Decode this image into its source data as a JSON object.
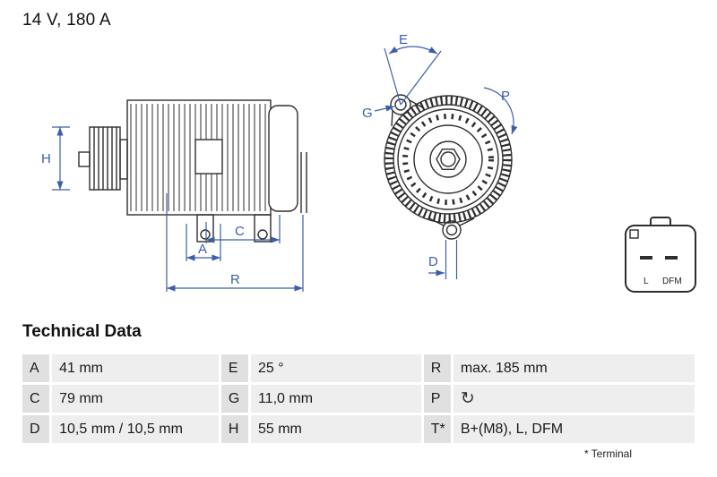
{
  "header": {
    "rating": "14 V, 180 A"
  },
  "drawing": {
    "labels": {
      "h": "H",
      "a": "A",
      "c": "C",
      "r": "R",
      "e": "E",
      "g": "G",
      "p": "P",
      "d": "D"
    },
    "connector": {
      "l": "L",
      "dfm": "DFM"
    }
  },
  "icons": {
    "rotation_cw": "↻"
  },
  "technical_data": {
    "title": "Technical Data",
    "rows": [
      {
        "c1": {
          "label": "A",
          "value": "41 mm"
        },
        "c2": {
          "label": "E",
          "value": "25 °"
        },
        "c3": {
          "label": "R",
          "value": "max. 185 mm"
        }
      },
      {
        "c1": {
          "label": "C",
          "value": "79 mm"
        },
        "c2": {
          "label": "G",
          "value": "11,0 mm"
        },
        "c3": {
          "label": "P",
          "value": ""
        }
      },
      {
        "c1": {
          "label": "D",
          "value": "10,5 mm / 10,5 mm"
        },
        "c2": {
          "label": "H",
          "value": "55 mm"
        },
        "c3": {
          "label": "T*",
          "value": "B+(M8), L, DFM"
        }
      }
    ],
    "footnote": "* Terminal"
  },
  "colors": {
    "dimension_blue": "#3c5ea9",
    "line_dark": "#2e2e2e",
    "label_cell_bg": "#e0e0e0",
    "value_cell_bg": "#eeeeee"
  }
}
